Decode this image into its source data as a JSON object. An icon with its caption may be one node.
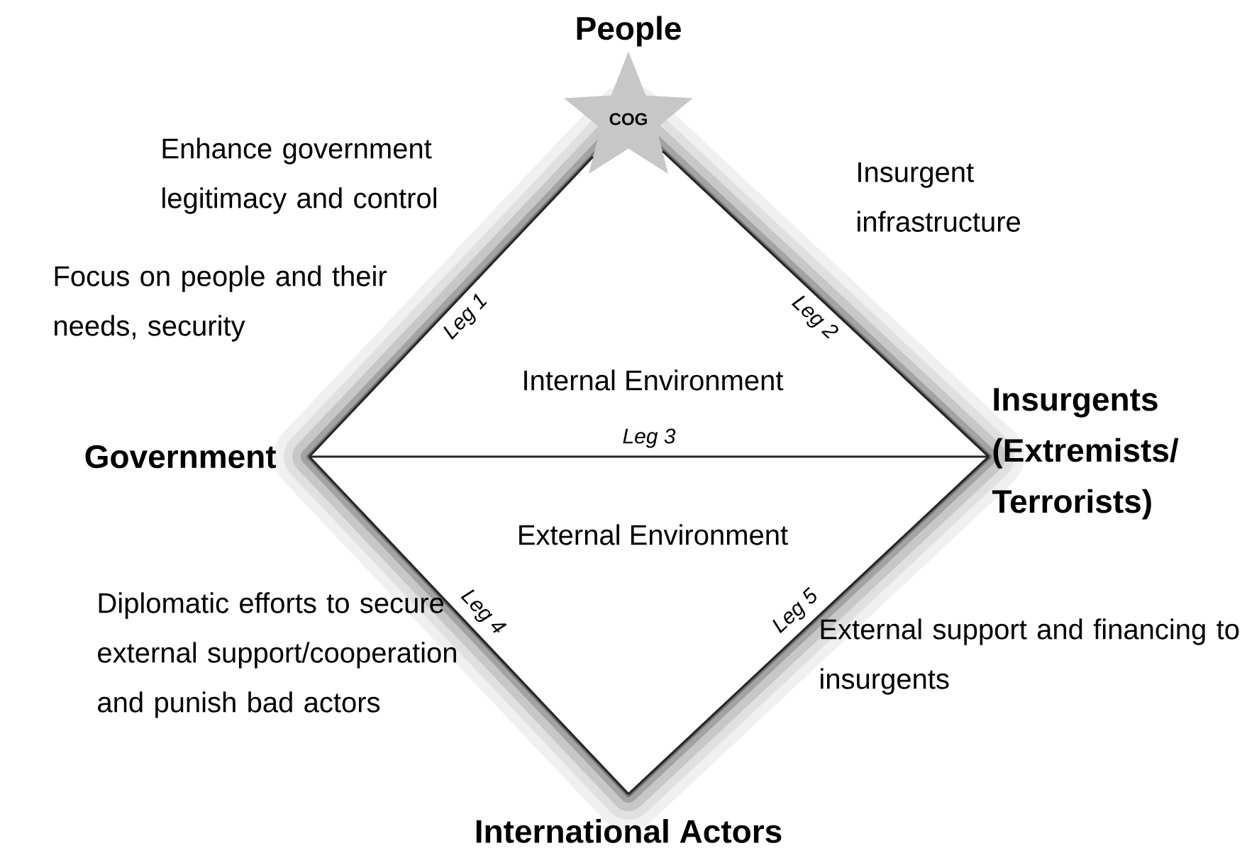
{
  "diagram": {
    "nodes": [
      {
        "text": [
          "COG"
        ],
        "beside": [
          "People"
        ]
      },
      {
        "text": [
          "Government"
        ]
      },
      {
        "text": [
          "Insurgents (Extremists/ Terrorists)"
        ]
      },
      {
        "text": [
          "International Actors"
        ]
      }
    ],
    "edges": [
      {
        "from": 0,
        "to": 1,
        "arrow": "none",
        "label": "Leg 1"
      },
      {
        "from": 0,
        "to": 2,
        "arrow": "none",
        "label": "Leg 2"
      },
      {
        "from": 1,
        "to": 2,
        "arrow": "none",
        "label": "Leg 3"
      },
      {
        "from": 1,
        "to": 3,
        "arrow": "none",
        "label": "Leg 4"
      },
      {
        "from": 2,
        "to": 3,
        "arrow": "none",
        "label": "Leg 5"
      }
    ],
    "labels": [
      "Enhance government legitimacy and control",
      "Insurgent infrastructure",
      "Focus on people and their needs, security",
      "Internal Environment",
      "External Environment",
      "Diplomatic efforts to secure external support/cooperation and punish bad actors",
      "External support and financing to insurgents"
    ]
  }
}
